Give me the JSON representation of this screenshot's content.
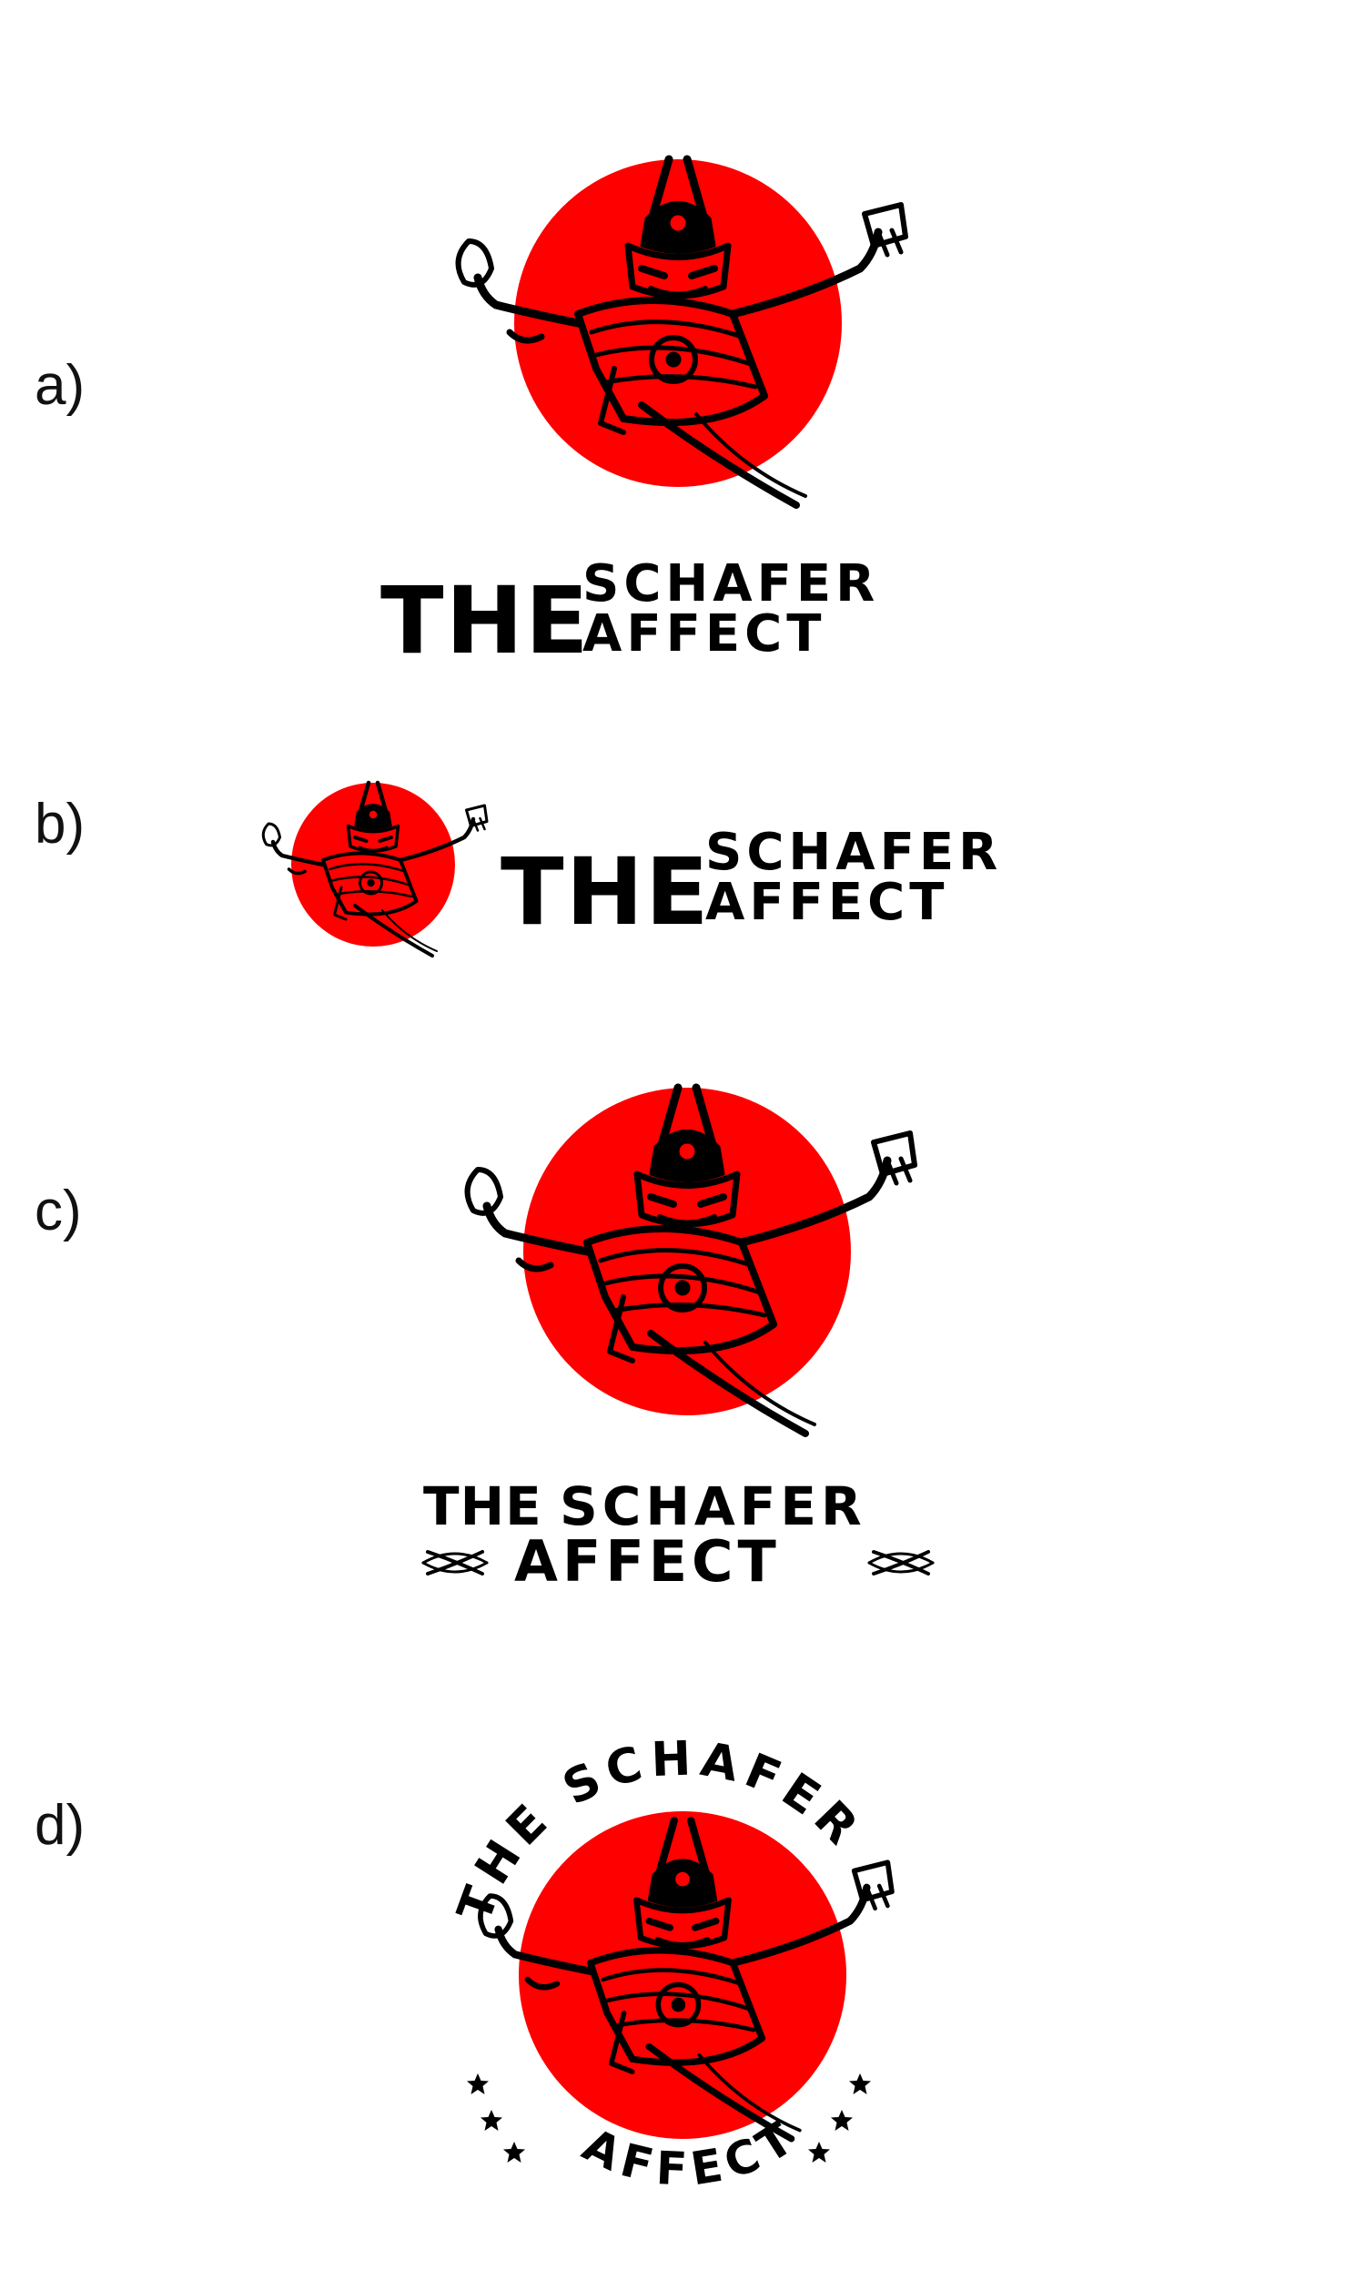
{
  "variants": [
    {
      "label": "a)",
      "logo_text": {
        "line1": "THE",
        "line2": "SCHAFER",
        "line3": "AFFECT"
      }
    },
    {
      "label": "b)",
      "logo_text": {
        "line1": "THE",
        "line2": "SCHAFER",
        "line3": "AFFECT"
      }
    },
    {
      "label": "c)",
      "logo_text": {
        "line1": "THE",
        "line2": "SCHAFER",
        "line3": "AFFECT"
      }
    },
    {
      "label": "d)",
      "logo_text": {
        "arc_top": "THE SCHAFER",
        "arc_bottom": "AFFECT"
      }
    }
  ],
  "colors": {
    "sun": "#ff0000",
    "ink": "#000000",
    "background": "#ffffff"
  },
  "icons": [
    "samurai-figure-icon",
    "red-sun-icon",
    "crossed-swords-icon",
    "star-icon"
  ]
}
